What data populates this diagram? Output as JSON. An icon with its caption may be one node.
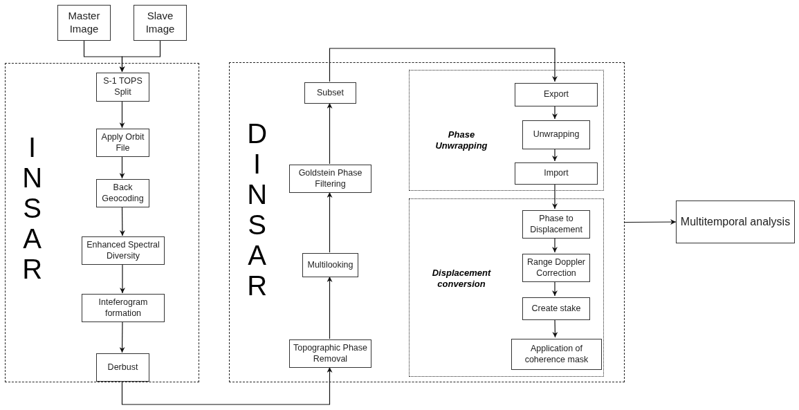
{
  "diagram": {
    "nodes": [
      {
        "text": [
          "Master Image"
        ]
      },
      {
        "text": [
          "Slave Image"
        ]
      },
      {
        "text": [
          "INSAR"
        ]
      },
      {
        "text": [
          "S-1 TOPS Split"
        ],
        "in": 2
      },
      {
        "text": [
          "Apply Orbit File"
        ],
        "in": 2
      },
      {
        "text": [
          "Back Geocoding"
        ],
        "in": 2
      },
      {
        "text": [
          "Enhanced Spectral Diversity"
        ],
        "in": 2
      },
      {
        "text": [
          "Inteferogram formation"
        ],
        "in": 2
      },
      {
        "text": [
          "Derbust"
        ],
        "in": 2
      },
      {
        "text": [
          "DINSAR"
        ]
      },
      {
        "text": [
          "Subset"
        ],
        "in": 9
      },
      {
        "text": [
          "Goldstein Phase Filtering"
        ],
        "in": 9
      },
      {
        "text": [
          "Multilooking"
        ],
        "in": 9
      },
      {
        "text": [
          "Topographic Phase Removal"
        ],
        "in": 9
      },
      {
        "text": [
          "Phase Unwrapping"
        ],
        "in": 9
      },
      {
        "text": [
          "Export"
        ],
        "in": 14
      },
      {
        "text": [
          "Unwrapping"
        ],
        "in": 14
      },
      {
        "text": [
          "Import"
        ],
        "in": 14
      },
      {
        "text": [
          "Displacement conversion"
        ],
        "in": 9
      },
      {
        "text": [
          "Phase to Displacement"
        ],
        "in": 18
      },
      {
        "text": [
          "Range Doppler Correction"
        ],
        "in": 18
      },
      {
        "text": [
          "Create stake"
        ],
        "in": 18
      },
      {
        "text": [
          "Application of coherence mask"
        ],
        "in": 18
      },
      {
        "text": [
          "Multitemporal analysis"
        ]
      }
    ],
    "edges": [
      {
        "from": 0,
        "to": 3,
        "arrow": "to"
      },
      {
        "from": 1,
        "to": 3,
        "arrow": "to"
      },
      {
        "from": 3,
        "to": 4,
        "arrow": "to"
      },
      {
        "from": 4,
        "to": 5,
        "arrow": "to"
      },
      {
        "from": 5,
        "to": 6,
        "arrow": "to"
      },
      {
        "from": 6,
        "to": 7,
        "arrow": "to"
      },
      {
        "from": 7,
        "to": 8,
        "arrow": "to"
      },
      {
        "from": 8,
        "to": 13,
        "arrow": "to"
      },
      {
        "from": 13,
        "to": 12,
        "arrow": "to"
      },
      {
        "from": 12,
        "to": 11,
        "arrow": "to"
      },
      {
        "from": 11,
        "to": 10,
        "arrow": "to"
      },
      {
        "from": 10,
        "to": 15,
        "arrow": "to"
      },
      {
        "from": 15,
        "to": 16,
        "arrow": "to"
      },
      {
        "from": 16,
        "to": 17,
        "arrow": "to"
      },
      {
        "from": 17,
        "to": 19,
        "arrow": "to"
      },
      {
        "from": 19,
        "to": 20,
        "arrow": "to"
      },
      {
        "from": 20,
        "to": 21,
        "arrow": "to"
      },
      {
        "from": 21,
        "to": 22,
        "arrow": "to"
      },
      {
        "from": 9,
        "to": 23,
        "arrow": "to"
      }
    ]
  }
}
